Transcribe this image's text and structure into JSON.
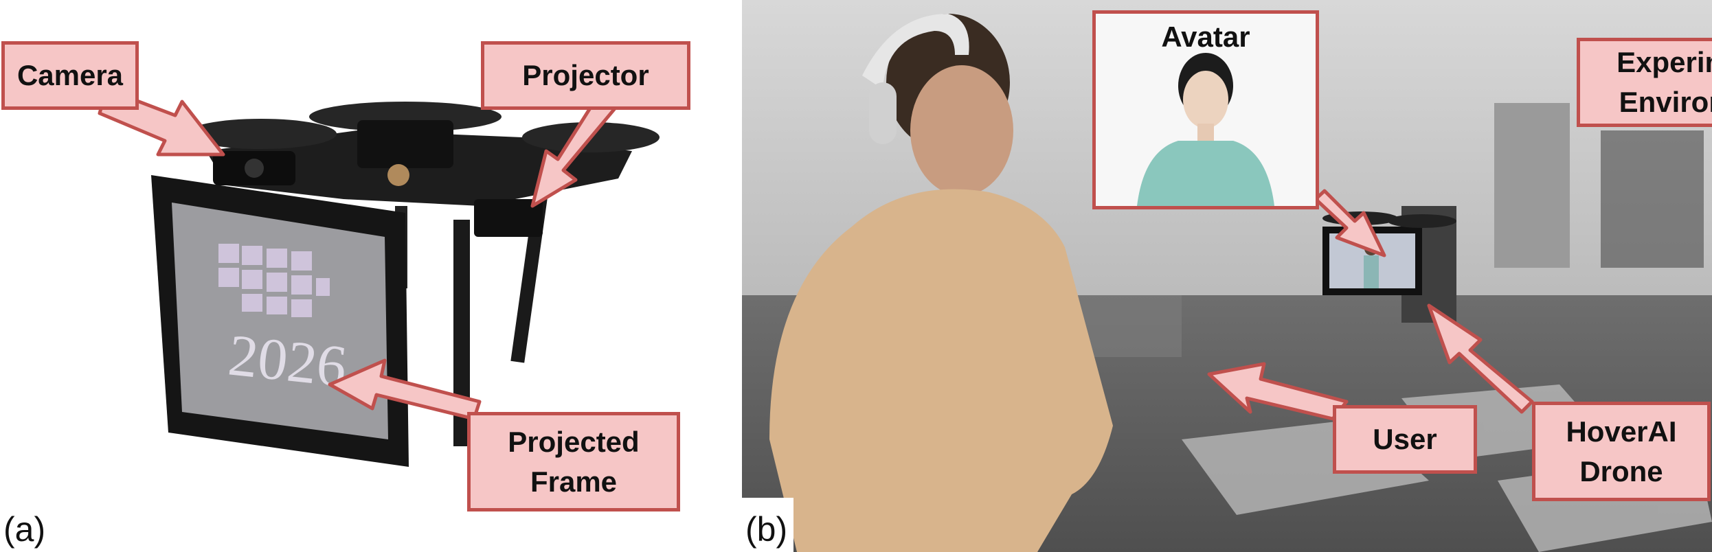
{
  "panel_a": {
    "letter": "(a)",
    "labels": {
      "camera": "Camera",
      "projector": "Projector",
      "projected_frame": "Projected\nFrame"
    },
    "screen_text": "2026"
  },
  "panel_b": {
    "letter": "(b)",
    "labels": {
      "avatar": "Avatar",
      "environment": "Experimental\nEnvironment",
      "user": "User",
      "drone": "HoverAI\nDrone"
    }
  },
  "colors": {
    "label_fill": "#f6c6c6",
    "label_border": "#c0504d"
  }
}
